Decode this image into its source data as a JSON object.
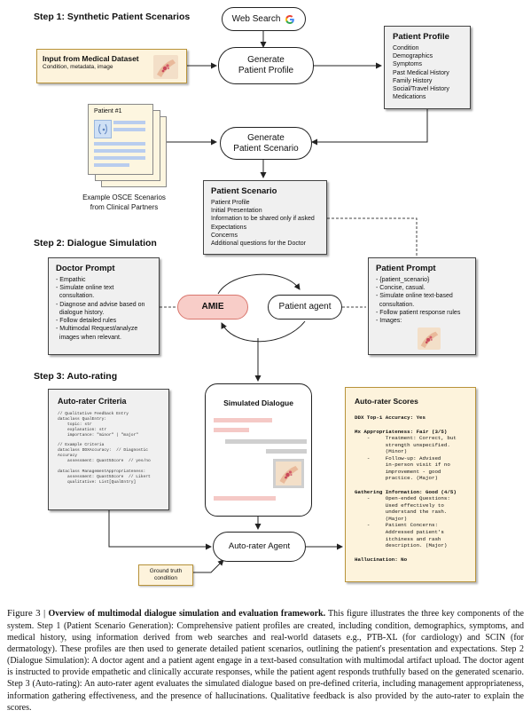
{
  "steps": {
    "step1": "Step 1:  Synthetic Patient Scenarios",
    "step2": "Step 2:  Dialogue Simulation",
    "step3": "Step 3: Auto-rating"
  },
  "web_search": {
    "label": "Web Search"
  },
  "input": {
    "title": "Input from Medical Dataset",
    "subtitle": "Condition, metadata, image"
  },
  "generate_profile": {
    "line1": "Generate",
    "line2": "Patient Profile"
  },
  "patient_profile": {
    "title": "Patient Profile",
    "items": [
      "Condition",
      "Demographics",
      "Symptoms",
      "Past Medical History",
      "Family History",
      "Social/Travel History",
      "Medications"
    ]
  },
  "osce": {
    "card_label": "Patient #1",
    "caption_line1": "Example OSCE Scenarios",
    "caption_line2": "from Clinical Partners"
  },
  "generate_scenario": {
    "line1": "Generate",
    "line2": "Patient Scenario"
  },
  "patient_scenario": {
    "title": "Patient Scenario",
    "items": [
      "Patient Profile",
      "Initial Presentation",
      "Information to be shared only if asked",
      "Expectations",
      "Concerns",
      "Additional questions for the Doctor"
    ]
  },
  "doctor_prompt": {
    "title": "Doctor Prompt",
    "items": [
      "- Empathic",
      "- Simulate online text",
      "  consultation.",
      "- Diagnose and advise based on",
      "  dialogue history.",
      "- Follow detailed rules",
      "- Multimodal Request/analyze",
      "  images when relevant."
    ]
  },
  "amie": {
    "label": "AMIE"
  },
  "patient_agent": {
    "label": "Patient agent"
  },
  "patient_prompt": {
    "title": "Patient Prompt",
    "items": [
      "- {patient_scenario}",
      "- Concise, casual.",
      "- Simulate online text-based",
      "  consultation.",
      "- Follow patient response rules",
      "- Images:"
    ]
  },
  "criteria": {
    "title": "Auto-rater Criteria",
    "code": [
      "// Qualitative Feedback Entry",
      "dataclass QualEntry:",
      "    topic: str",
      "    explanation: str",
      "    importance: \"minor\" | \"major\"",
      "",
      "// Example Criteria",
      "dataclass DDXAccuracy:  // Diagnostic",
      "Accuracy",
      "    assessment: Quant5Score  // yes/no",
      "",
      "dataclass ManagementAppropriateness:",
      "    assessment: Quant5Score  // Likert",
      "    qualitative: List[QualEntry]"
    ]
  },
  "simulated_dialogue": {
    "title": "Simulated Dialogue"
  },
  "autorater_agent": {
    "label": "Auto-rater Agent"
  },
  "ground_truth": {
    "line1": "Ground truth",
    "line2": "condition"
  },
  "scores": {
    "title": "Auto-rater Scores",
    "lines": [
      "DDX Top-1 Accuracy: Yes",
      "",
      "Mx Appropriateness: Fair (3/5)",
      "    -     Treatment: Correct, but",
      "          strength unspecified.",
      "          (Minor)",
      "    -     Follow-up: Advised",
      "          in-person visit if no",
      "          improvement - good",
      "          practice. (Major)",
      "",
      "Gathering Information: Good (4/5)",
      "    -     Open-ended Questions:",
      "          Used effectively to",
      "          understand the rash.",
      "          (Major)",
      "    -     Patient Concerns:",
      "          Addressed patient's",
      "          itchiness and rash",
      "          description. (Major)",
      "",
      "Hallucination: No"
    ]
  },
  "figure_caption": {
    "label": "Figure 3 | ",
    "title": "Overview of multimodal dialogue simulation and evaluation framework.",
    "body": " This figure illustrates the three key components of the system. Step 1 (Patient Scenario Generation): Comprehensive patient profiles are created, including condition, demographics, symptoms, and medical history, using information derived from web searches and real-world datasets e.g., PTB-XL (for cardiology) and SCIN (for dermatology). These profiles are then used to generate detailed patient scenarios, outlining the patient's presentation and expectations. Step 2 (Dialogue Simulation): A doctor agent and a patient agent engage in a text-based consultation with multimodal artifact upload. The doctor agent is instructed to provide empathetic and clinically accurate responses, while the patient agent responds truthfully based on the generated scenario. Step 3 (Auto-rating): An auto-rater agent evaluates the simulated dialogue based on pre-defined criteria, including management appropriateness, information gathering effectiveness, and the presence of hallucinations. Qualitative feedback is also provided by the auto-rater to explain the scores."
  },
  "icons": {
    "google": "google-g-icon",
    "rash": "skin-rash-photo-icon",
    "chest": "chest-xray-thumbnail-icon"
  },
  "colors": {
    "input_fill": "#fdf3dc",
    "input_border": "#b8933a",
    "amie_fill": "#f8cdc8",
    "amie_border": "#d9776e",
    "scores_fill": "#fdf3dc",
    "chat_pink": "#f5c9c6",
    "chat_gray": "#cfcfcf",
    "osce_fill": "#fdf6e0"
  }
}
